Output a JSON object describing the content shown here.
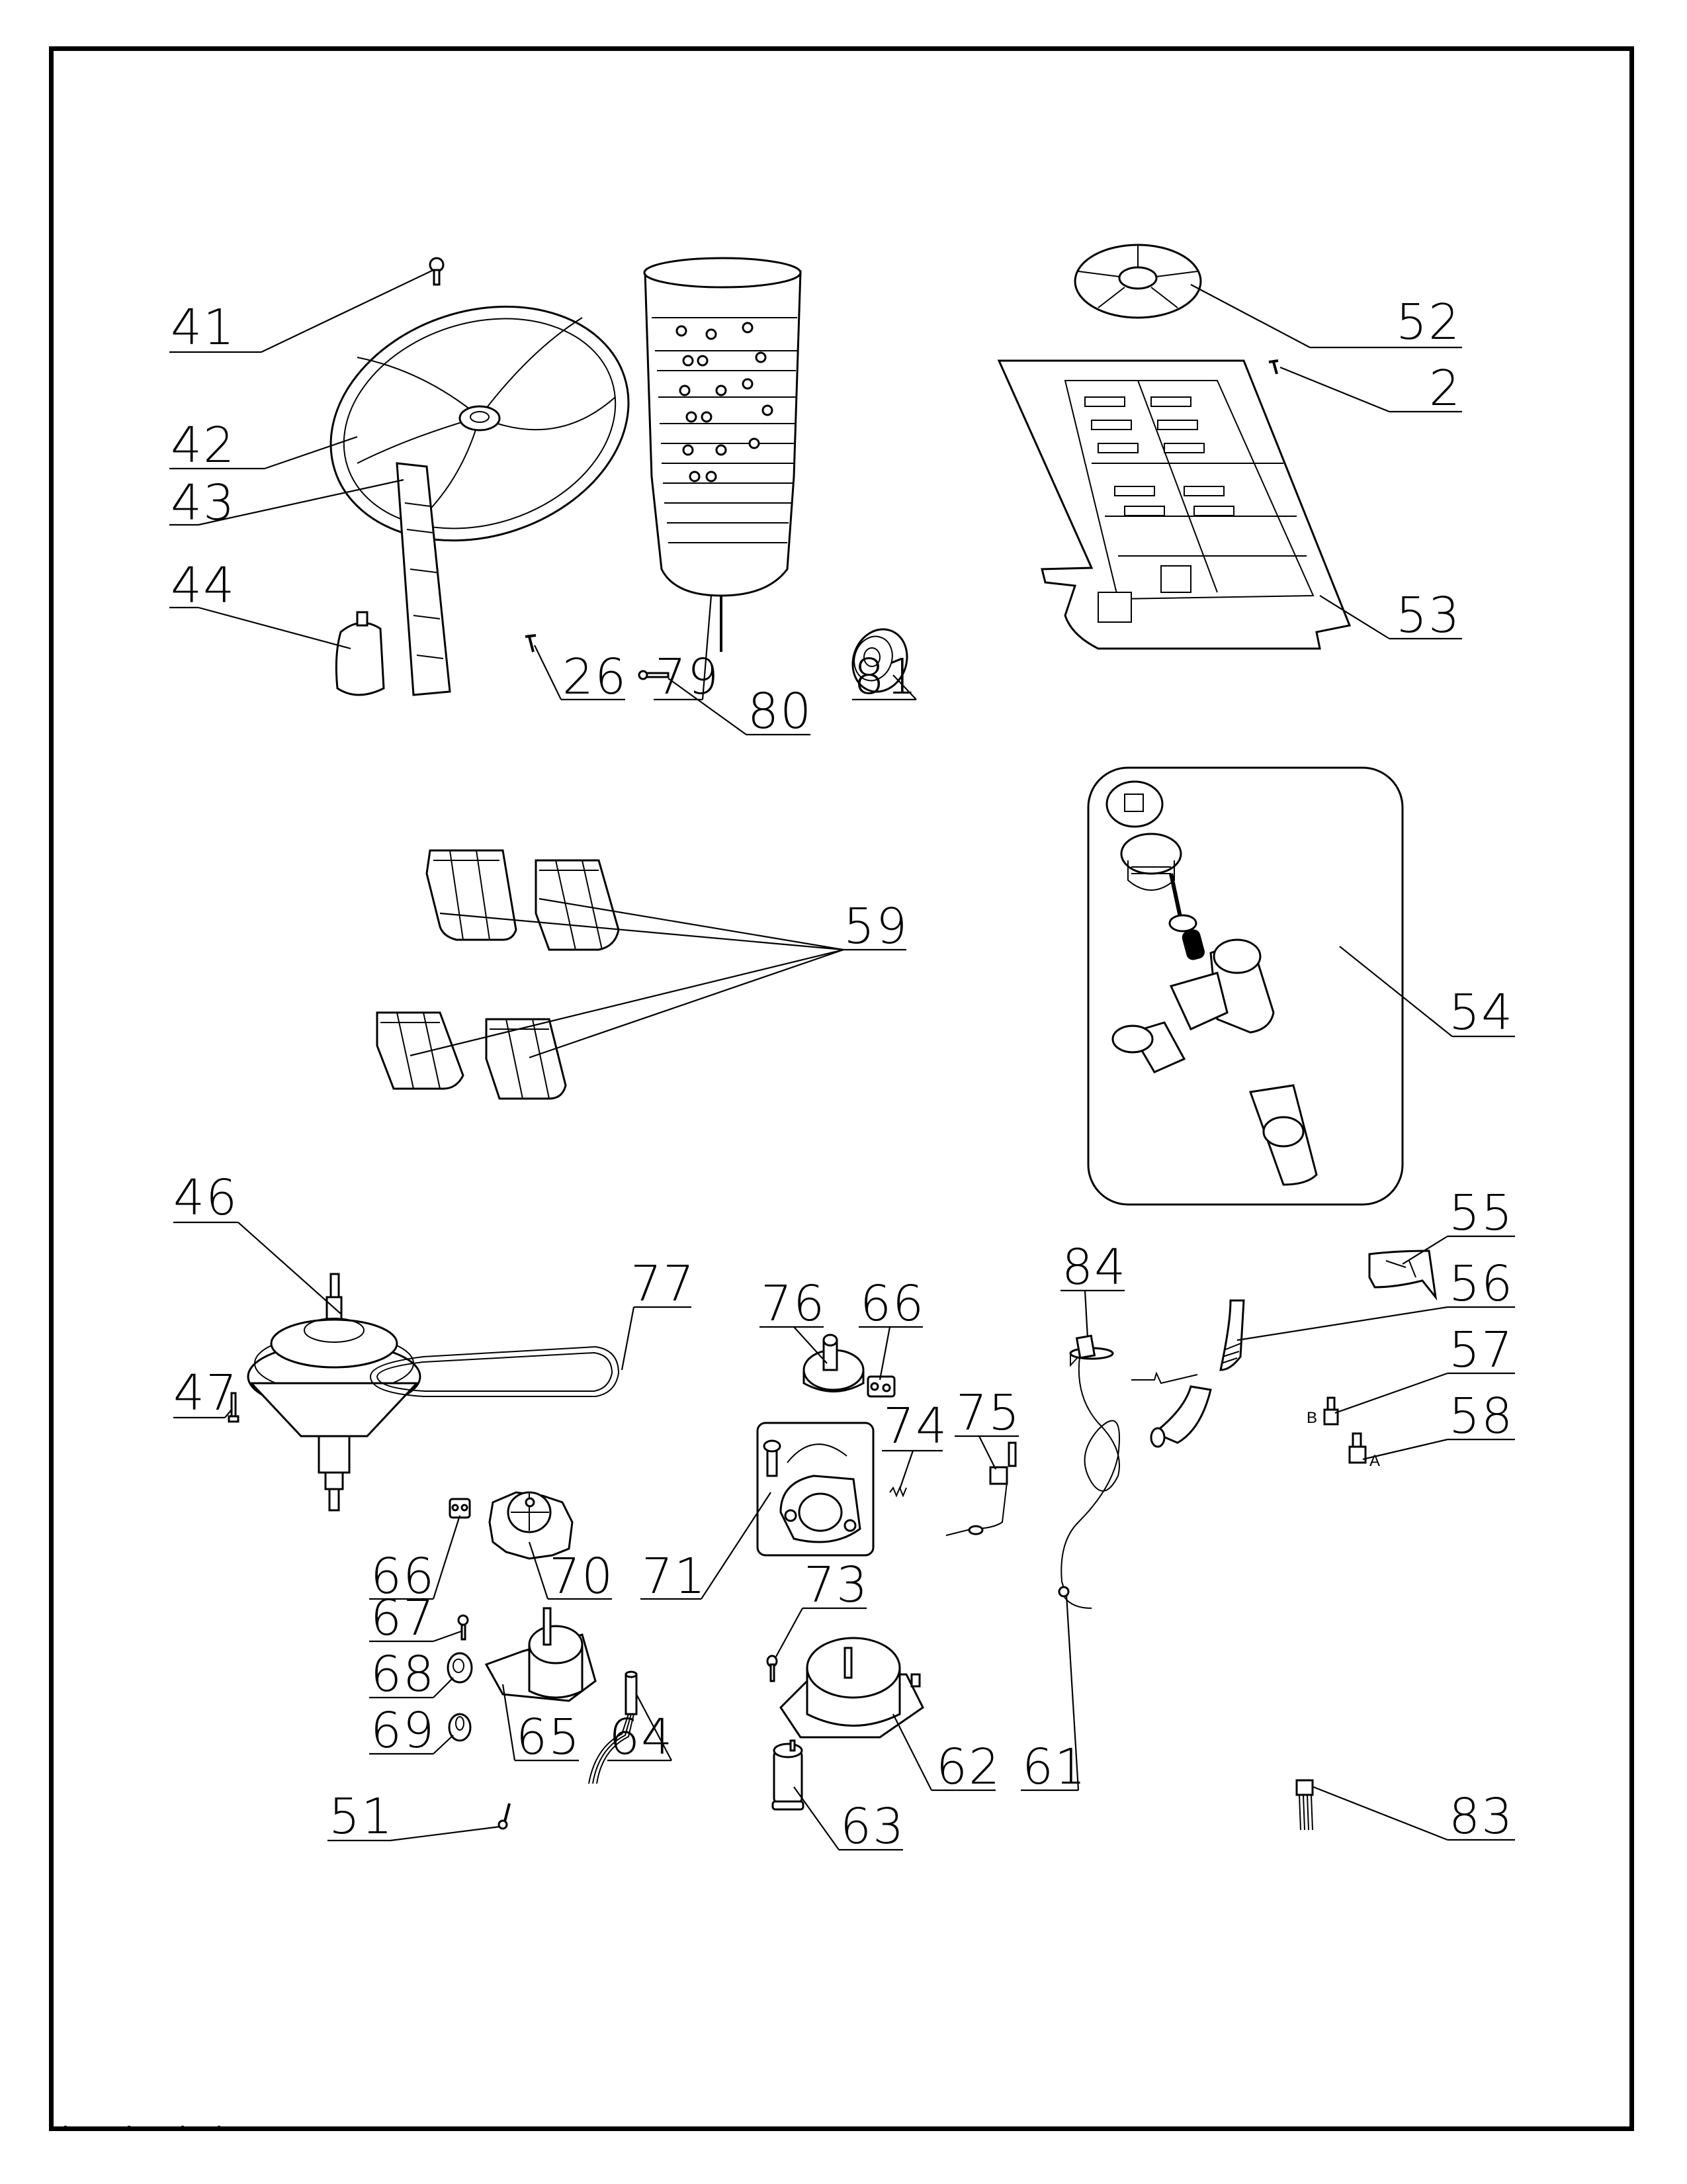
{
  "diagram": {
    "type": "exploded-parts-diagram",
    "subject": "washing machine parts",
    "colors": {
      "ink": "#000000",
      "paper": "#ffffff"
    },
    "parts": [
      {
        "id": "41",
        "label": "41",
        "depicts": "impeller-screw"
      },
      {
        "id": "42",
        "label": "42",
        "depicts": "pulsator"
      },
      {
        "id": "43",
        "label": "43",
        "depicts": "lint-filter-frame"
      },
      {
        "id": "44",
        "label": "44",
        "depicts": "lint-filter-bag"
      },
      {
        "id": "26",
        "label": "26",
        "depicts": "screw"
      },
      {
        "id": "79",
        "label": "79",
        "depicts": "spin-tub"
      },
      {
        "id": "80",
        "label": "80",
        "depicts": "screw"
      },
      {
        "id": "81",
        "label": "81",
        "depicts": "cap"
      },
      {
        "id": "52",
        "label": "52",
        "depicts": "spin-basket-cover"
      },
      {
        "id": "2",
        "label": "2",
        "depicts": "screw"
      },
      {
        "id": "53",
        "label": "53",
        "depicts": "base-panel"
      },
      {
        "id": "59",
        "label": "59",
        "depicts": "feet"
      },
      {
        "id": "54",
        "label": "54",
        "depicts": "drain-valve-assembly"
      },
      {
        "id": "46",
        "label": "46",
        "depicts": "gearbox-clutch"
      },
      {
        "id": "47",
        "label": "47",
        "depicts": "bolt"
      },
      {
        "id": "77",
        "label": "77",
        "depicts": "drive-belt"
      },
      {
        "id": "76",
        "label": "76",
        "depicts": "pulley"
      },
      {
        "id": "66a",
        "label": "66",
        "depicts": "bolt-and-nut"
      },
      {
        "id": "84",
        "label": "84",
        "depicts": "clip"
      },
      {
        "id": "55",
        "label": "55",
        "depicts": "bag"
      },
      {
        "id": "56",
        "label": "56",
        "depicts": "drain-hose"
      },
      {
        "id": "57",
        "label": "57",
        "depicts": "connector-b",
        "tag": "B"
      },
      {
        "id": "58",
        "label": "58",
        "depicts": "connector-a",
        "tag": "A"
      },
      {
        "id": "74",
        "label": "74",
        "depicts": "spring"
      },
      {
        "id": "75",
        "label": "75",
        "depicts": "switch-wire"
      },
      {
        "id": "71",
        "label": "71",
        "depicts": "brake-assembly"
      },
      {
        "id": "66b",
        "label": "66",
        "depicts": "bolt-and-nut"
      },
      {
        "id": "70",
        "label": "70",
        "depicts": "motor-pulley"
      },
      {
        "id": "73",
        "label": "73",
        "depicts": "screw"
      },
      {
        "id": "67",
        "label": "67",
        "depicts": "screw"
      },
      {
        "id": "68",
        "label": "68",
        "depicts": "rubber-bush"
      },
      {
        "id": "69",
        "label": "69",
        "depicts": "bush"
      },
      {
        "id": "65",
        "label": "65",
        "depicts": "wash-motor"
      },
      {
        "id": "64",
        "label": "64",
        "depicts": "capacitor"
      },
      {
        "id": "62",
        "label": "62",
        "depicts": "spin-motor"
      },
      {
        "id": "63",
        "label": "63",
        "depicts": "capacitor"
      },
      {
        "id": "61",
        "label": "61",
        "depicts": "power-cord"
      },
      {
        "id": "51",
        "label": "51",
        "depicts": "screw"
      },
      {
        "id": "83",
        "label": "83",
        "depicts": "wire-harness"
      }
    ]
  }
}
